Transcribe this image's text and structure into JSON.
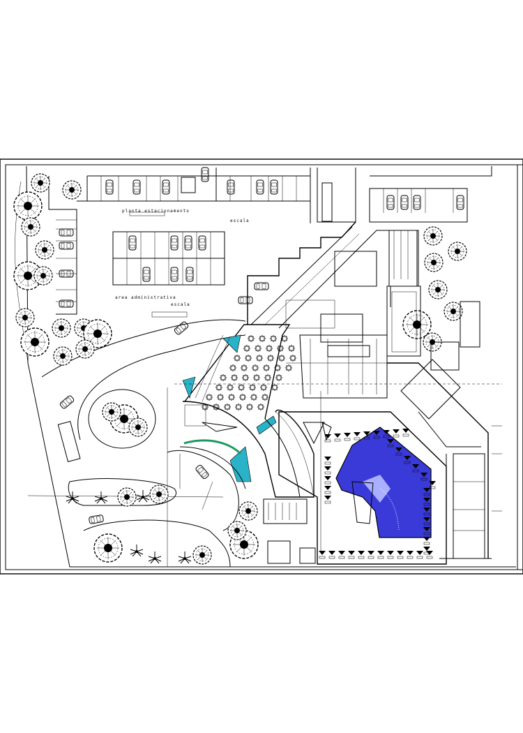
{
  "drawing": {
    "labels": {
      "parking_title": "planta estacionamento",
      "parking_scale": "escala",
      "parking_subtitle": "area administrativa",
      "parking_subscale": "escala",
      "unlabeled_note": ""
    },
    "colors": {
      "line": "#000000",
      "pool_water": "#3a3ad8",
      "pool_highlight": "#aab0ff",
      "glass": "#2ab3c8",
      "paper": "#ffffff"
    },
    "icon_names": [
      "tree-icon",
      "palm-icon",
      "car-icon",
      "umbrella-icon",
      "table-icon"
    ]
  }
}
